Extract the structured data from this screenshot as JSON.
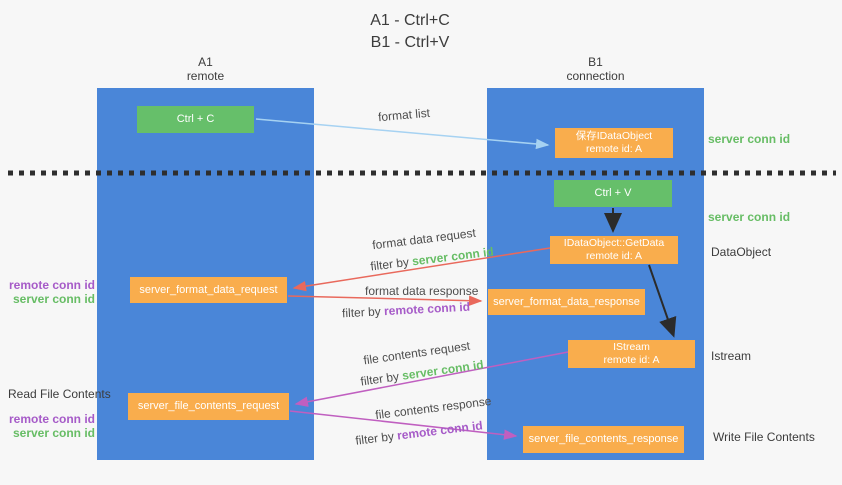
{
  "title": {
    "line1": "A1 - Ctrl+C",
    "line2": "B1 - Ctrl+V"
  },
  "columns": {
    "left": {
      "header_line1": "A1",
      "header_line2": "remote"
    },
    "right": {
      "header_line1": "B1",
      "header_line2": "connection"
    }
  },
  "nodes": {
    "ctrl_c": "Ctrl + C",
    "save_idataobject": {
      "line1": "保存IDataObject",
      "line2": "remote id: A"
    },
    "ctrl_v": "Ctrl + V",
    "getdata": {
      "line1": "IDataObject::GetData",
      "line2": "remote id: A"
    },
    "format_request": "server_format_data_request",
    "format_response": "server_format_data_response",
    "istream": {
      "line1": "IStream",
      "line2": "remote id: A"
    },
    "file_request": "server_file_contents_request",
    "file_response": "server_file_contents_response"
  },
  "labels": {
    "format_list": "format list",
    "server_conn_id_top": "server conn id",
    "server_conn_id_mid": "server conn id",
    "dataobject_side": "DataObject",
    "istream_side": "Istream",
    "read_file_contents": "Read File Contents",
    "write_file_contents": "Write File Contents",
    "remote_conn_id": "remote conn id",
    "server_conn_id": "server conn id",
    "format_data_request": "format data request",
    "format_data_response": "format data response",
    "file_contents_request": "file contents request",
    "file_contents_response": "file contents response",
    "filter_by": "filter by "
  },
  "colors": {
    "column_blue": "#4a86d8",
    "box_green": "#66bf6a",
    "box_orange": "#f9ad4d",
    "text_green": "#67bd65",
    "text_purple": "#a65bc8",
    "arrow_red": "#e9695c",
    "arrow_magenta": "#c05fc0",
    "arrow_blue": "#a6d2f2",
    "arrow_black": "#2b2b2b",
    "divider_black": "#2e2e2e"
  }
}
